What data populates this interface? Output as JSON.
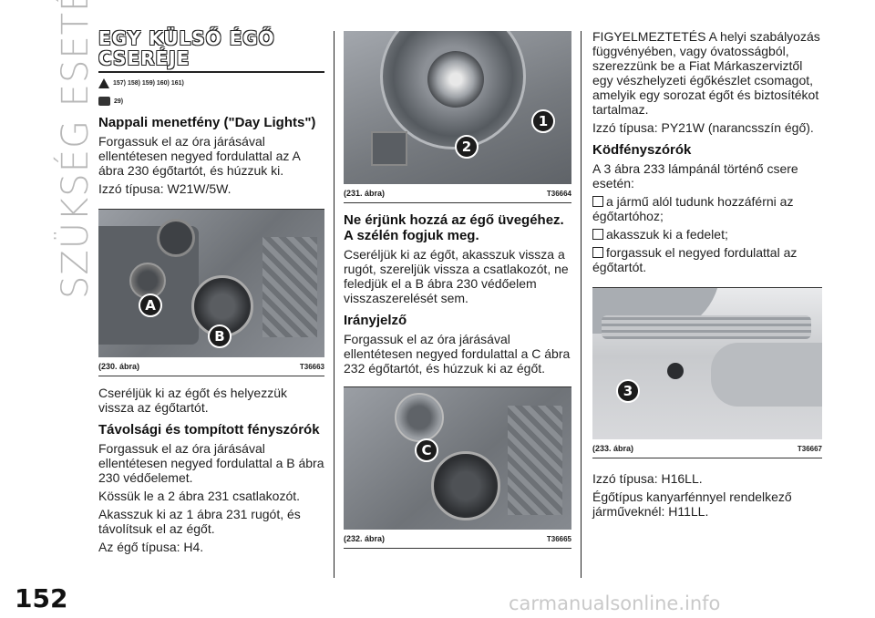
{
  "side_label": "SZÜKSÉG ESETÉN",
  "page_number": "152",
  "watermark": "carmanualsonline.info",
  "col1": {
    "title_line1": "EGY KÜLSŐ ÉGŐ",
    "title_line2": "CSERÉJE",
    "warning_refs": "157) 158) 159) 160) 161)",
    "note_refs": "29)",
    "h_day_lights": "Nappali menetfény (\"Day Lights\")",
    "p_day_lights": "Forgassuk el az óra járásával ellentétesen negyed fordulattal az A ábra 230 égőtartót, és húzzuk ki.",
    "p_day_bulb": "Izzó típusa: W21W/5W.",
    "fig230_caption": "(230. ábra)",
    "fig230_code": "T36663",
    "fig230_callout_a": "A",
    "fig230_callout_b": "B",
    "p_replace": "Cseréljük ki az égőt és helyezzük vissza az égőtartót.",
    "h_headlight": "Távolsági és tompított fényszórók",
    "p_headlight_1": "Forgassuk el az óra járásával ellentétesen negyed fordulattal a B ábra 230 védőelemet.",
    "p_headlight_2": "Kössük le a 2 ábra 231 csatlakozót.",
    "p_headlight_3": "Akasszuk ki az 1 ábra 231 rugót, és távolítsuk el az égőt.",
    "p_headlight_4": "Az égő típusa: H4."
  },
  "col2": {
    "fig231_caption": "(231. ábra)",
    "fig231_code": "T36664",
    "fig231_callout_1": "1",
    "fig231_callout_2": "2",
    "h_glass": "Ne érjünk hozzá az égő üvegéhez. A szélén fogjuk meg.",
    "p_glass": "Cseréljük ki az égőt, akasszuk vissza a rugót, szereljük vissza a csatlakozót, ne feledjük el a B ábra 230 védőelem visszaszerelését sem.",
    "h_indicator": "Irányjelző",
    "p_indicator": "Forgassuk el az óra járásával ellentétesen negyed fordulattal a C ábra 232 égőtartót, és húzzuk ki az égőt.",
    "fig232_caption": "(232. ábra)",
    "fig232_code": "T36665",
    "fig232_callout_c": "C"
  },
  "col3": {
    "p_warning": "FIGYELMEZTETÉS A helyi szabályozás függvényében, vagy óvatosságból, szerezzünk be a Fiat Márkaszerviztől egy vészhelyzeti égőkészlet csomagot, amelyik egy sorozat égőt és biztosítékot tartalmaz.",
    "p_indicator_bulb": "Izzó típusa: PY21W (narancsszín égő).",
    "h_fog": "Ködfényszórók",
    "p_fog_intro": "A 3 ábra 233 lámpánál történő csere esetén:",
    "bullets": [
      "a jármű alól tudunk hozzáférni az égőtartóhoz;",
      "akasszuk ki a fedelet;",
      "forgassuk el negyed fordulattal az égőtartót."
    ],
    "fig233_caption": "(233. ábra)",
    "fig233_code": "T36667",
    "fig233_callout_3": "3",
    "p_fog_bulb": "Izzó típusa: H16LL.",
    "p_fog_cornering": "Égőtípus kanyarfénnyel rendelkező járműveknél: H11LL."
  }
}
